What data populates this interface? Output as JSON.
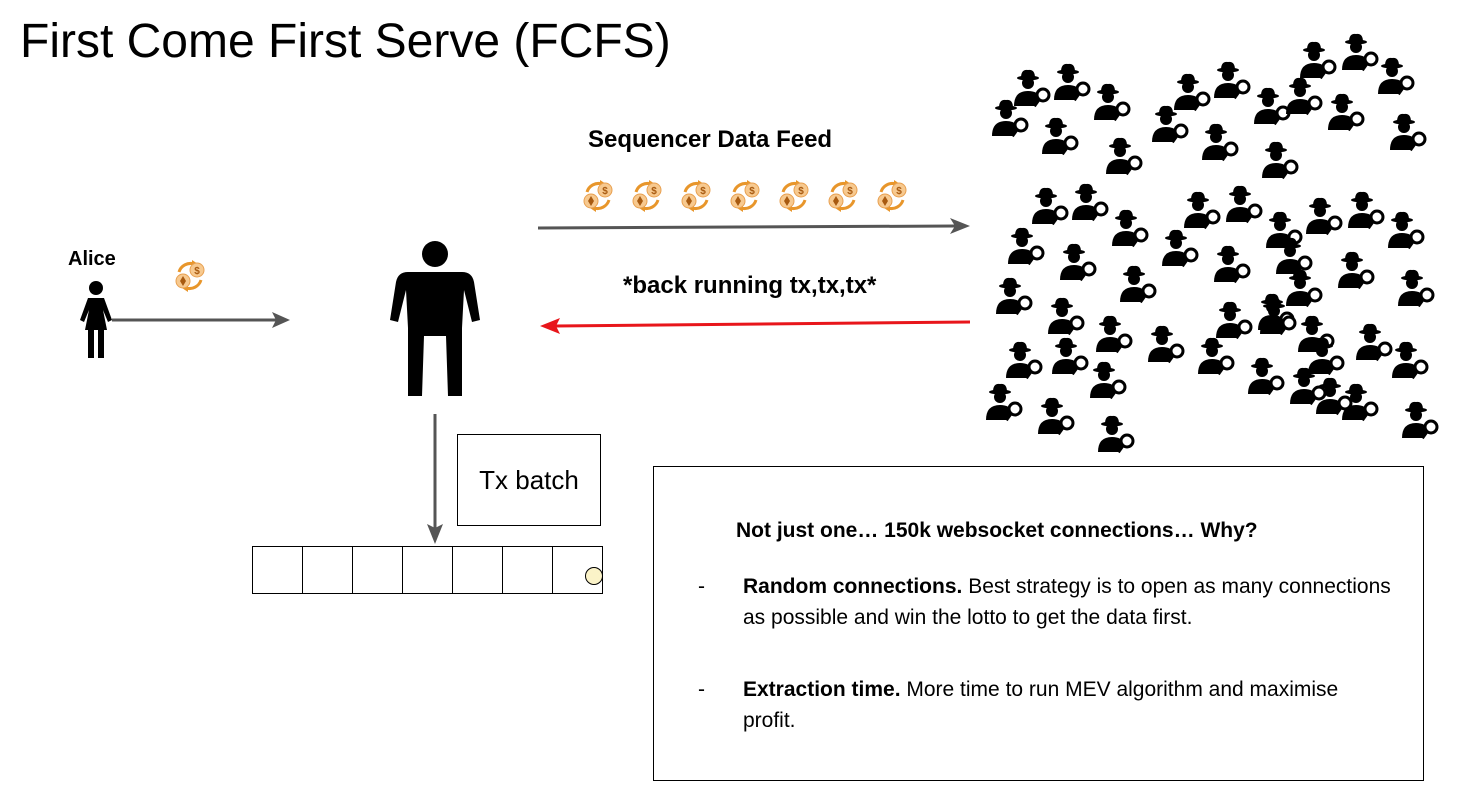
{
  "title": "First Come First Serve (FCFS)",
  "diagram": {
    "alice_label": "Alice",
    "sequencer_feed_label": "Sequencer Data Feed",
    "back_running_label": "*back running tx,tx,tx*",
    "tx_batch_label": "Tx batch",
    "feed_tx_count": 7,
    "queue_slots": 7,
    "colors": {
      "arrow": "#555555",
      "back_arrow": "#e8161b",
      "swap_icon": "#f0a23a"
    }
  },
  "info_box": {
    "heading": "Not just one… 150k websocket connections… Why?",
    "bullets": [
      {
        "dash": "-",
        "bold": "Random connections.",
        "text": " Best strategy is to open as many connections as possible and win the lotto to get the data first."
      },
      {
        "dash": "-",
        "bold": "Extraction time.",
        "text": " More time to run MEV algorithm and maximise profit."
      }
    ]
  }
}
